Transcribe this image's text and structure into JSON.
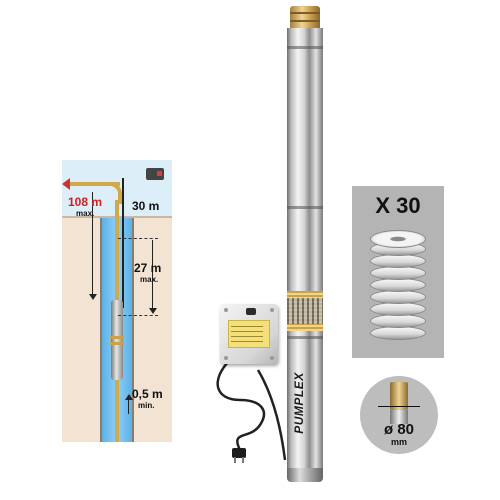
{
  "diagram": {
    "delivery_height": {
      "value": "108 m",
      "qualifier": "max."
    },
    "cable_length": {
      "value": "30 m"
    },
    "immersion_depth": {
      "value": "27 m",
      "qualifier": "max."
    },
    "bottom_clearance": {
      "value": "0,5 m",
      "qualifier": "min."
    }
  },
  "pump": {
    "brand": "PUMPLEX"
  },
  "stages": {
    "count_label": "X 30"
  },
  "diameter": {
    "value": "ø 80",
    "unit": "mm"
  },
  "colors": {
    "accent_red": "#cc2222",
    "brass": "#d1a94a",
    "water": "#5ab0e8"
  }
}
